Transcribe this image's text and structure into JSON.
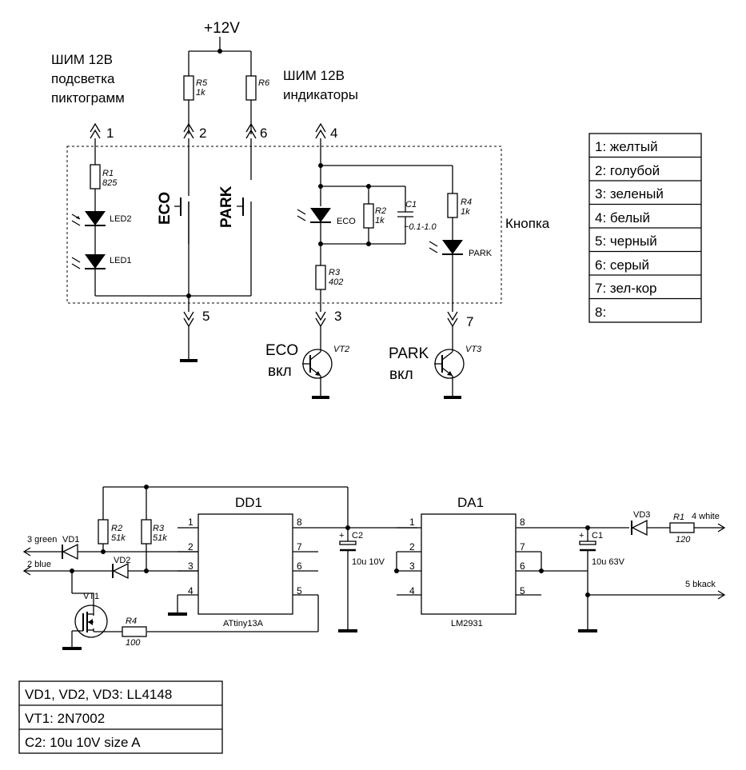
{
  "top": {
    "supply": "+12V",
    "pwm_backlight": [
      "ШИМ 12В",
      "подсветка",
      "пиктограмм"
    ],
    "pwm_indicators": [
      "ШИМ 12В",
      "индикаторы"
    ],
    "button_label": "Кнопка",
    "pins": {
      "p1": "1",
      "p2": "2",
      "p6": "6",
      "p4": "4",
      "p5": "5",
      "p3": "3",
      "p7": "7"
    },
    "components": {
      "r1": {
        "name": "R1",
        "value": "825"
      },
      "r5": {
        "name": "R5",
        "value": "1k"
      },
      "r6": {
        "name": "R6",
        "value": ""
      },
      "r2": {
        "name": "R2",
        "value": "1k"
      },
      "r3": {
        "name": "R3",
        "value": "402"
      },
      "r4": {
        "name": "R4",
        "value": "1k"
      },
      "c1": {
        "name": "C1",
        "value": "~0.1-1.0"
      },
      "led2": "LED2",
      "led1": "LED1",
      "led_eco": "ECO",
      "led_park": "PARK",
      "sw_eco": "ECO",
      "sw_park": "PARK",
      "vt2": "VT2",
      "vt3": "VT3"
    },
    "eco_on": [
      "ECO",
      "вкл"
    ],
    "park_on": [
      "PARK",
      "вкл"
    ]
  },
  "wire_legend": [
    "1: желтый",
    "2: голубой",
    "3: зеленый",
    "4: белый",
    "5: черный",
    "6: серый",
    "7: зел-кор",
    "8:"
  ],
  "bottom": {
    "dd1": {
      "name": "DD1",
      "part": "ATtiny13A",
      "pins_left": [
        "1",
        "2",
        "3",
        "4"
      ],
      "pins_right": [
        "8",
        "7",
        "6",
        "5"
      ]
    },
    "da1": {
      "name": "DA1",
      "part": "LM2931",
      "pins_left": [
        "1",
        "2",
        "3",
        "4"
      ],
      "pins_right": [
        "8",
        "7",
        "6",
        "5"
      ]
    },
    "r2": {
      "name": "R2",
      "value": "51k"
    },
    "r3": {
      "name": "R3",
      "value": "51k"
    },
    "r4": {
      "name": "R4",
      "value": "100"
    },
    "r1": {
      "name": "R1",
      "value": "120"
    },
    "c2": {
      "name": "C2",
      "value": "10u 10V",
      "plus": "+"
    },
    "c1": {
      "name": "C1",
      "value": "10u 63V",
      "plus": "+"
    },
    "vd1": "VD1",
    "vd2": "VD2",
    "vd3": "VD3",
    "vt1": "VT1",
    "net_green": "3 green",
    "net_blue": "2 blue",
    "net_white": "4 white",
    "net_black": "5 bkack"
  },
  "bom": [
    "VD1, VD2, VD3: LL4148",
    "VT1: 2N7002",
    "C2: 10u 10V size A"
  ]
}
